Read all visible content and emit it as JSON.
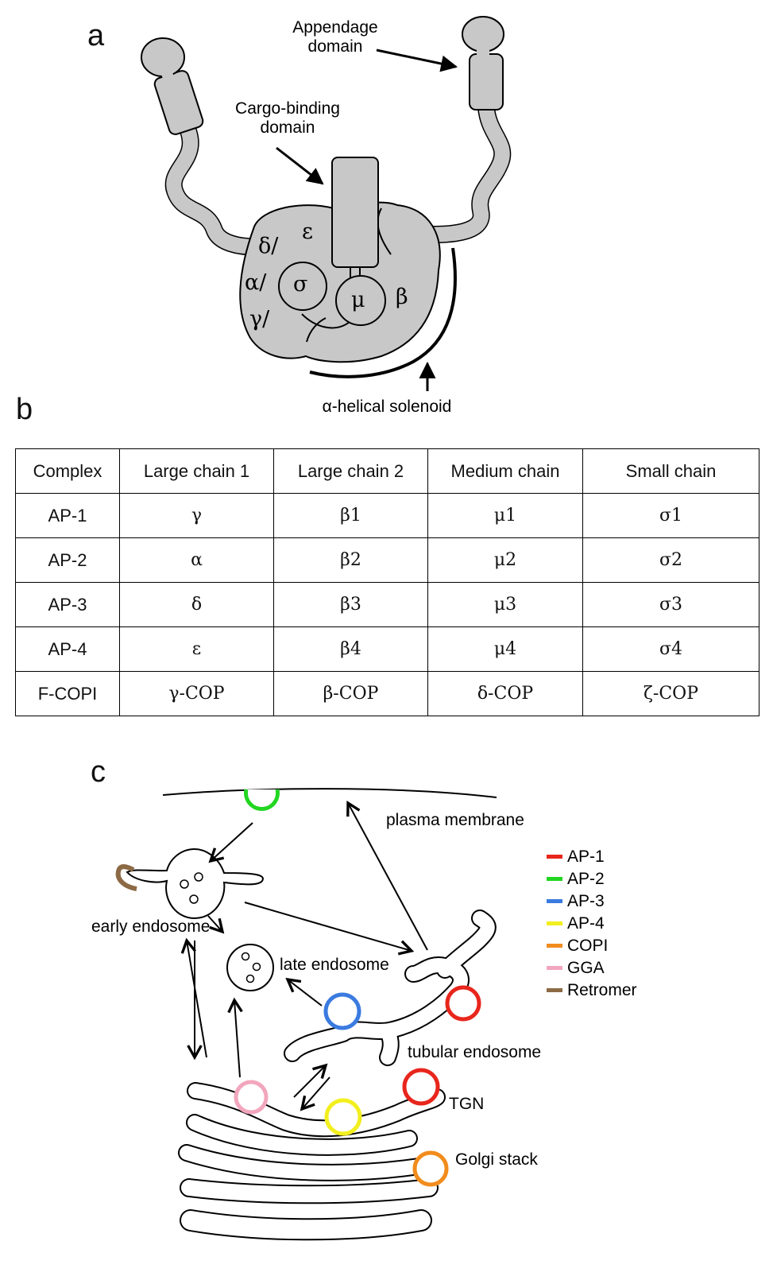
{
  "panel_a": {
    "letter": "a",
    "labels": {
      "appendage": [
        "Appendage",
        "domain"
      ],
      "cargo": [
        "Cargo-binding",
        "domain"
      ],
      "solenoid": "α-helical solenoid"
    },
    "greek": {
      "epsilon": "ε",
      "delta": "δ/",
      "alpha": "α/",
      "gamma": "γ/",
      "sigma": "σ",
      "mu": "μ",
      "beta": "β"
    },
    "colors": {
      "protein_fill": "#c8c8c8"
    }
  },
  "panel_b": {
    "letter": "b",
    "headers": [
      "Complex",
      "Large chain 1",
      "Large chain 2",
      "Medium chain",
      "Small chain"
    ],
    "rows": [
      [
        "AP-1",
        "γ",
        "β1",
        "μ1",
        "σ1"
      ],
      [
        "AP-2",
        "α",
        "β2",
        "μ2",
        "σ2"
      ],
      [
        "AP-3",
        "δ",
        "β3",
        "μ3",
        "σ3"
      ],
      [
        "AP-4",
        "ε",
        "β4",
        "μ4",
        "σ4"
      ],
      [
        "F-COPI",
        "γ-COP",
        "β-COP",
        "δ-COP",
        "ζ-COP"
      ]
    ]
  },
  "panel_c": {
    "letter": "c",
    "labels": {
      "plasma_membrane": "plasma membrane",
      "early_endosome": "early endosome",
      "late_endosome": "late endosome",
      "tubular_endosome": "tubular endosome",
      "tgn": "TGN",
      "golgi_stack": "Golgi stack"
    },
    "legend": [
      {
        "label": "AP-1",
        "color": "#e8261c"
      },
      {
        "label": "AP-2",
        "color": "#22d622"
      },
      {
        "label": "AP-3",
        "color": "#3a7be0"
      },
      {
        "label": "AP-4",
        "color": "#f2ef1e"
      },
      {
        "label": "COPI",
        "color": "#f28c1c"
      },
      {
        "label": "GGA",
        "color": "#f2a6bd"
      },
      {
        "label": "Retromer",
        "color": "#8c6a45"
      }
    ]
  }
}
